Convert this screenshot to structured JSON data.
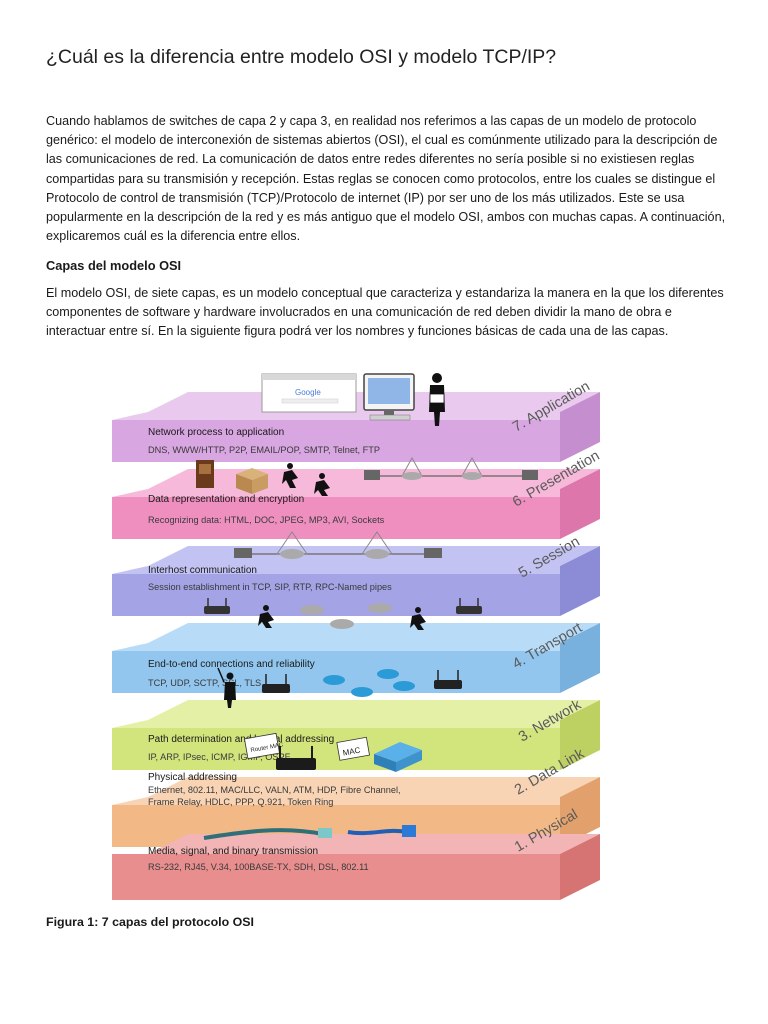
{
  "document": {
    "title": "¿Cuál es la diferencia entre modelo OSI y modelo TCP/IP?",
    "paragraph1": "Cuando hablamos de switches de capa 2 y capa 3, en realidad nos referimos a las capas de un modelo de protocolo genérico: el modelo de interconexión de sistemas abiertos (OSI), el cual es comúnmente utilizado para la descripción de las comunicaciones de red. La comunicación de datos entre redes diferentes no sería posible si no existiesen reglas compartidas para su transmisión y recepción. Estas reglas se conocen como protocolos, entre los cuales se distingue el Protocolo de control de transmisión (TCP)/Protocolo de internet (IP) por ser uno de los más utilizados. Este se usa popularmente en la descripción de la red y es más antiguo que el modelo OSI, ambos con muchas capas. A continuación, explicaremos cuál es la diferencia entre ellos.",
    "heading_osi": "Capas del modelo OSI",
    "paragraph2": "El modelo OSI, de siete capas, es un modelo conceptual que caracteriza y estandariza la manera en la que los diferentes componentes de software y hardware involucrados en una comunicación de red deben dividir la mano de obra e interactuar entre sí. En la siguiente figura podrá ver los nombres y funciones básicas de cada una de las capas.",
    "figure_caption": "Figura 1: 7 capas del protocolo OSI"
  },
  "figure": {
    "search_logo": "Google",
    "router_mac_label": "Router MAC",
    "mac_label": "MAC",
    "layers": [
      {
        "name": "7. Application",
        "title": "Network process to application",
        "protocols": "DNS, WWW/HTTP, P2P, EMAIL/POP, SMTP, Telnet, FTP",
        "top_color": "#e9c9ee",
        "front_color": "#d8a6e0",
        "side_color": "#c58ecf"
      },
      {
        "name": "6. Presentation",
        "title": "Data representation and encryption",
        "protocols": "Recognizing data: HTML, DOC, JPEG, MP3, AVI, Sockets",
        "top_color": "#f7b9d9",
        "front_color": "#ee8fc0",
        "side_color": "#dd76ab"
      },
      {
        "name": "5. Session",
        "title": "Interhost communication",
        "protocols": "Session establishment in TCP, SIP, RTP, RPC-Named pipes",
        "top_color": "#c3c3f3",
        "front_color": "#a3a3e6",
        "side_color": "#8c8cd6"
      },
      {
        "name": "4. Transport",
        "title": "End-to-end connections and reliability",
        "protocols": "TCP, UDP, SCTP, SSL, TLS",
        "top_color": "#b8dcf7",
        "front_color": "#92c6ee",
        "side_color": "#78b1de"
      },
      {
        "name": "3. Network",
        "title": "Path determination and logical addressing",
        "protocols": "IP, ARP, IPsec, ICMP, IGMP, OSPF",
        "top_color": "#e4f0a6",
        "front_color": "#d2e47c",
        "side_color": "#bdd062"
      },
      {
        "name": "2. Data Link",
        "title": "Physical addressing",
        "protocols_line1": "Ethernet, 802.11, MAC/LLC, VALN, ATM, HDP, Fibre Channel,",
        "protocols_line2": "Frame Relay, HDLC,  PPP, Q.921, Token Ring",
        "top_color": "#f8d4b4",
        "front_color": "#f2b886",
        "side_color": "#e2a16c"
      },
      {
        "name": "1. Physical",
        "title": "Media, signal, and binary transmission",
        "protocols": "RS-232, RJ45, V.34, 100BASE-TX, SDH, DSL, 802.11",
        "top_color": "#f2b4b4",
        "front_color": "#e88e8e",
        "side_color": "#d67474"
      }
    ]
  }
}
